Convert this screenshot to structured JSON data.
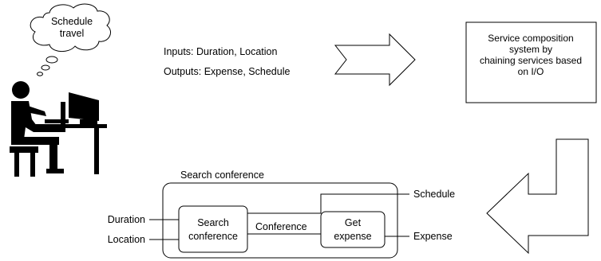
{
  "thought_bubble": {
    "line1": "Schedule",
    "line2": "travel"
  },
  "io_spec": {
    "inputs": "Inputs: Duration, Location",
    "outputs": "Outputs: Expense, Schedule"
  },
  "composition_box": {
    "line1": "Service composition",
    "line2": "system by",
    "line3": "chaining services based",
    "line4": "on I/O"
  },
  "composite_service": {
    "title": "Search conference",
    "inputs": [
      "Duration",
      "Location"
    ],
    "outputs": [
      "Schedule",
      "Expense"
    ],
    "services": [
      {
        "line1": "Search",
        "line2": "conference"
      },
      {
        "line1": "Get",
        "line2": "expense"
      }
    ],
    "link_label": "Conference"
  }
}
